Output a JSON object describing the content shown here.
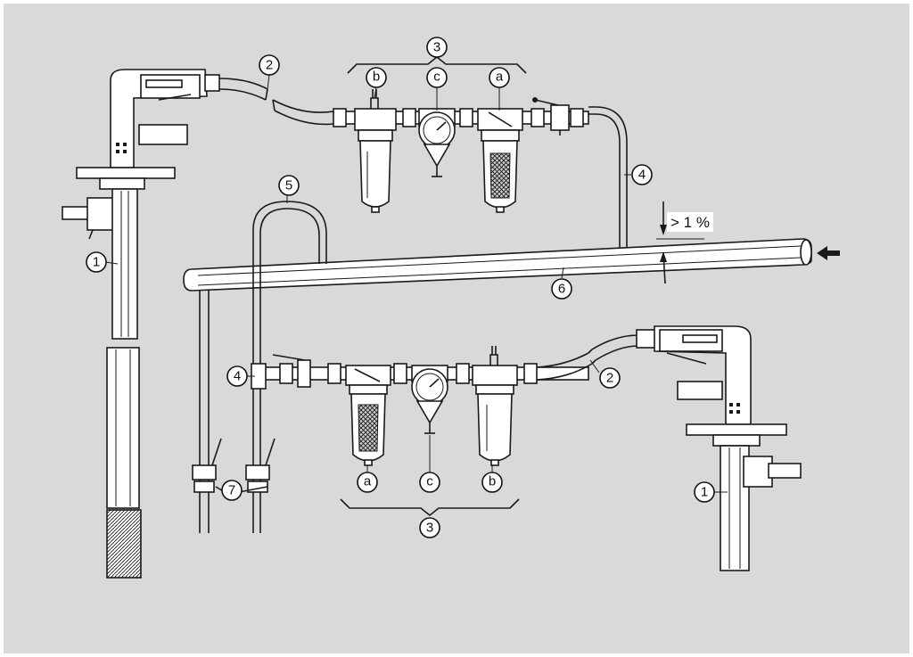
{
  "colors": {
    "background": "#d9d9d9",
    "border": "#ffffff",
    "ink": "#1a1a1a",
    "part_fill": "#ffffff"
  },
  "labels": {
    "pump_upper_left": "1",
    "pump_lower_right": "1",
    "hose_upper": "2",
    "hose_lower": "2",
    "group_upper": "3",
    "group_lower": "3",
    "drop_right": "4",
    "drop_left": "4",
    "gooseneck": "5",
    "main_line": "6",
    "drain_valves": "7",
    "upper_a": "a",
    "upper_b": "b",
    "upper_c": "c",
    "lower_a": "a",
    "lower_b": "b",
    "lower_c": "c"
  },
  "slope": {
    "text": "> 1 %"
  },
  "flow_arrow_icon": "arrow-left-icon"
}
